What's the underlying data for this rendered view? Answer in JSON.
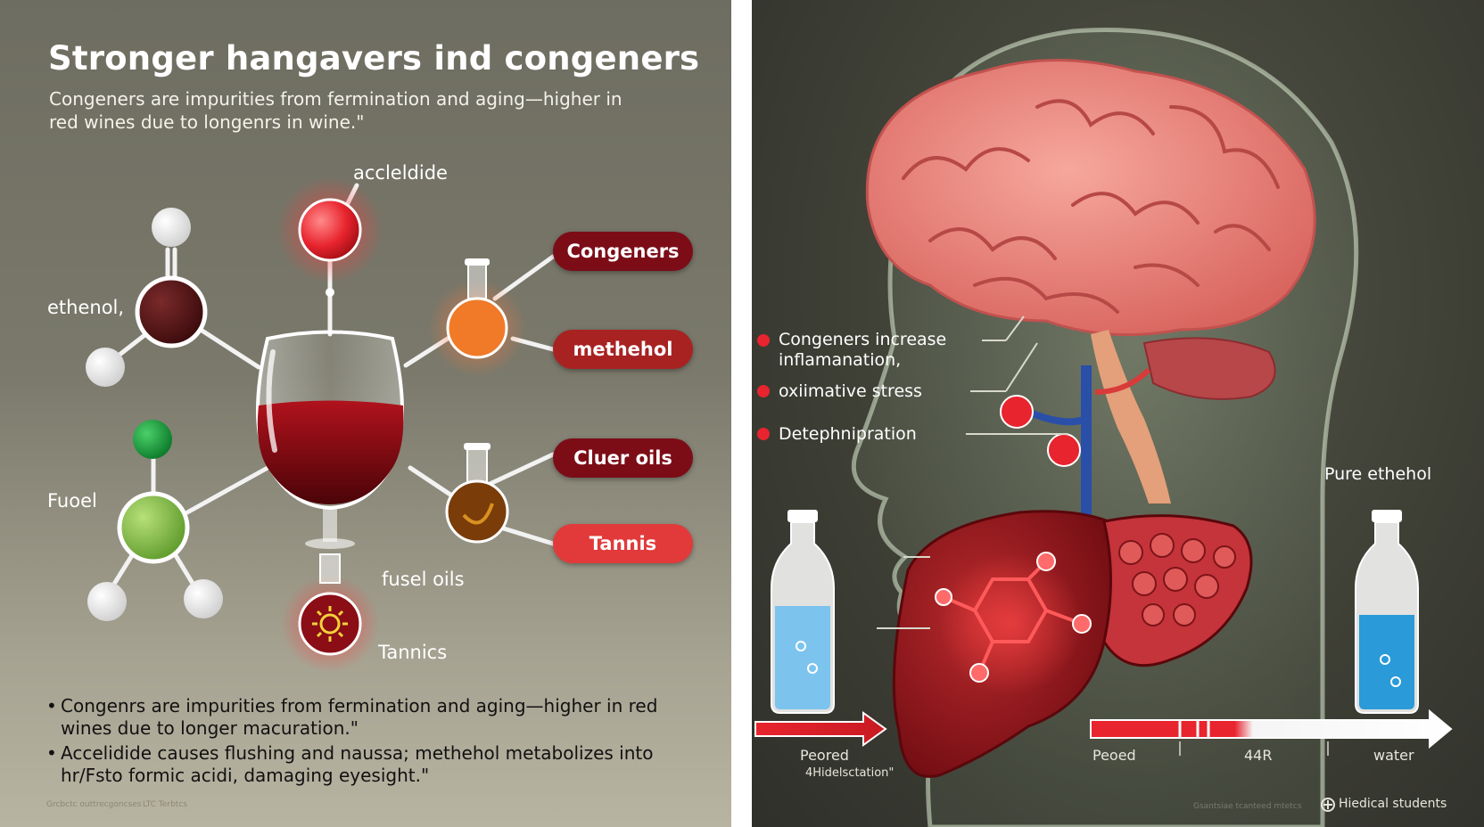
{
  "left_panel": {
    "title": "Stronger hangavers ind congeners",
    "subtitle": "Congeners are impurities from fermination and aging—higher in red wines due to longenrs in wine.\"",
    "labels": {
      "acetaldehyde": "accleldide",
      "ethanol": "ethenol,",
      "fusel": "Fuoel",
      "fusel_oils": "fusel oils",
      "tannics": "Tannics"
    },
    "pills": [
      {
        "label": "Congeners"
      },
      {
        "label": "methehol"
      },
      {
        "label": "Cluer oils"
      },
      {
        "label": "Tannis"
      }
    ],
    "bullets": [
      "Congenrs are impurities from fermination and aging—higher in red wines due to longer macuration.\"",
      "Accelidide causes flushing and naussa; methehol metabolizes into hr/Fsto formic acidi, damaging eyesight.\""
    ],
    "footer_small": [
      "Grcbctc outtrecgoncses",
      "LTC Terbtcs"
    ]
  },
  "right_panel": {
    "effects": [
      {
        "text": "Congeners increase\ninflamanation,"
      },
      {
        "text": "oxiimative stress"
      },
      {
        "text": "Detephnipration"
      }
    ],
    "pure_label": "Pure ethehol",
    "scale_left": {
      "line1": "Peored",
      "line2": "4Hidelsctation\""
    },
    "scale_right": [
      "Peoed",
      "44R",
      "water"
    ],
    "credit": "Hiedical students",
    "credit_small": "Gsantsiae tcanteed mtetcs"
  },
  "colors": {
    "wine": "#8b0d16",
    "accent_red": "#e8242e",
    "pill_dark": "#7c0d17",
    "pill_bright": "#e23a3a",
    "liver": "#9a1b20",
    "brain": "#e8837e",
    "water": "#7cc4ee"
  }
}
